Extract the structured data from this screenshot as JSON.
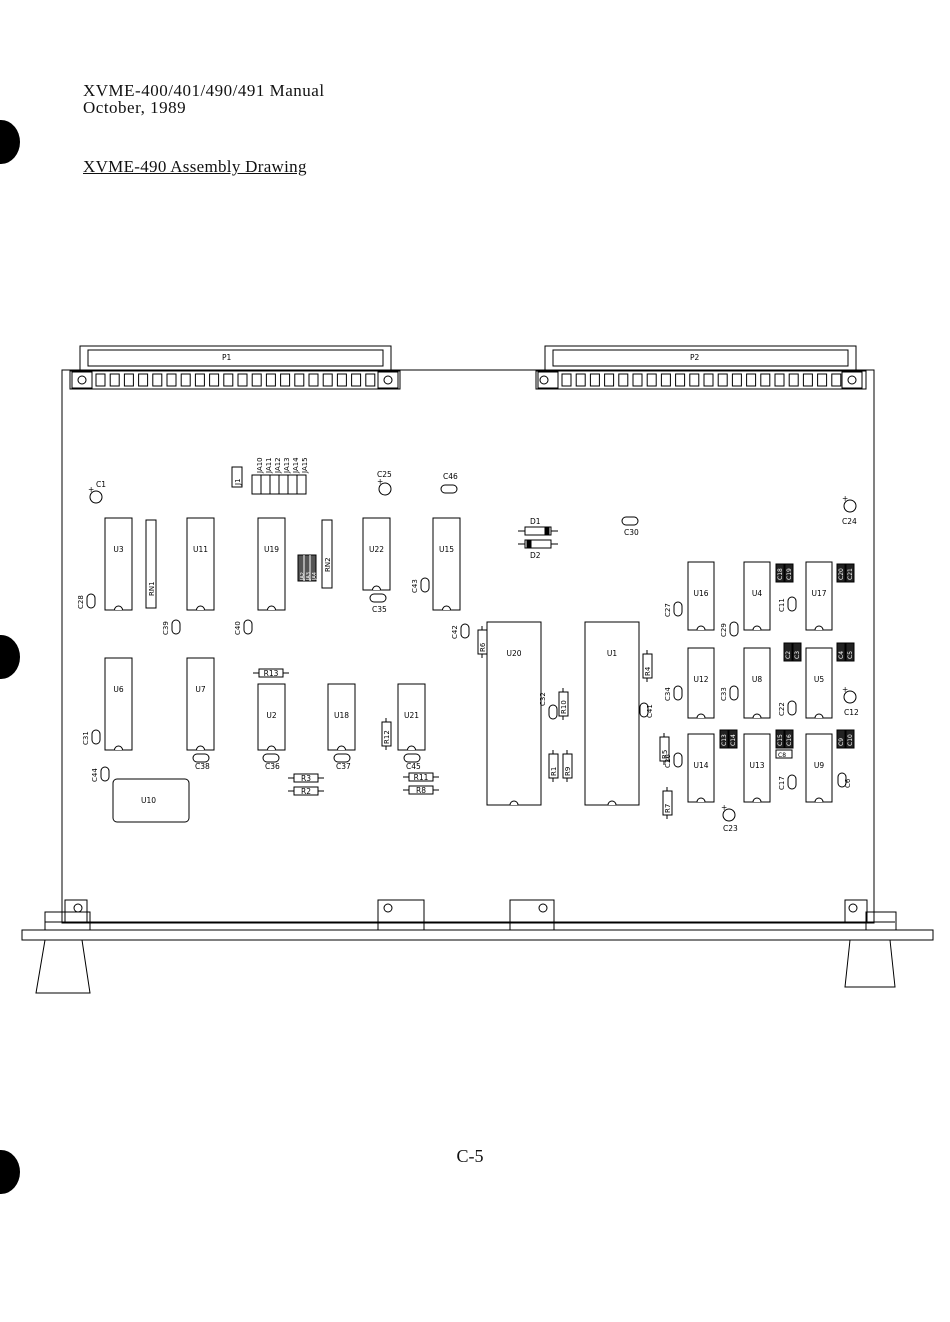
{
  "header": {
    "line1": "XVME-400/401/490/491 Manual",
    "line2": "October, 1989"
  },
  "section_title": "XVME-490 Assembly Drawing",
  "page_number": "C-5",
  "connectors": {
    "p1": "P1",
    "p2": "P2"
  },
  "jumpers": {
    "j1": "J1",
    "block": [
      "JA10",
      "JA11",
      "JA12",
      "JA13",
      "JA14",
      "JA15"
    ],
    "small": [
      "JA2",
      "JA3",
      "JA4"
    ]
  },
  "chips": {
    "u1": "U1",
    "u2": "U2",
    "u3": "U3",
    "u4": "U4",
    "u5": "U5",
    "u6": "U6",
    "u7": "U7",
    "u8": "U8",
    "u9": "U9",
    "u10": "U10",
    "u11": "U11",
    "u12": "U12",
    "u13": "U13",
    "u14": "U14",
    "u15": "U15",
    "u16": "U16",
    "u17": "U17",
    "u18": "U18",
    "u19": "U19",
    "u20": "U20",
    "u21": "U21",
    "u22": "U22"
  },
  "resistor_networks": {
    "rn1": "RN1",
    "rn2": "RN2"
  },
  "resistors": {
    "r1": "R1",
    "r2": "R2",
    "r3": "R3",
    "r4": "R4",
    "r5": "R5",
    "r6": "R6",
    "r7": "R7",
    "r8": "R8",
    "r9": "R9",
    "r10": "R10",
    "r11": "R11",
    "r12": "R12",
    "r13": "R13"
  },
  "diodes": {
    "d1": "D1",
    "d2": "D2"
  },
  "capacitors": {
    "c1": "C1",
    "c6": "C6",
    "c11": "C11",
    "c12": "C12",
    "c17": "C17",
    "c22": "C22",
    "c23": "C23",
    "c24": "C24",
    "c25": "C25",
    "c26": "C26",
    "c27": "C27",
    "c28": "C28",
    "c29": "C29",
    "c30": "C30",
    "c31": "C31",
    "c32": "C32",
    "c33": "C33",
    "c34": "C34",
    "c35": "C35",
    "c36": "C36",
    "c37": "C37",
    "c38": "C38",
    "c39": "C39",
    "c40": "C40",
    "c41": "C41",
    "c42": "C42",
    "c43": "C43",
    "c44": "C44",
    "c45": "C45",
    "c46": "C46"
  },
  "small_caps": {
    "c8": "C8",
    "c18": "C18",
    "c19": "C19",
    "c20": "C20",
    "c21": "C21",
    "c2": "C2",
    "c3": "C3",
    "c4": "C4",
    "c5": "C5",
    "c13": "C13",
    "c14": "C14",
    "c15": "C15",
    "c16": "C16",
    "c9": "C9",
    "c10": "C10"
  }
}
